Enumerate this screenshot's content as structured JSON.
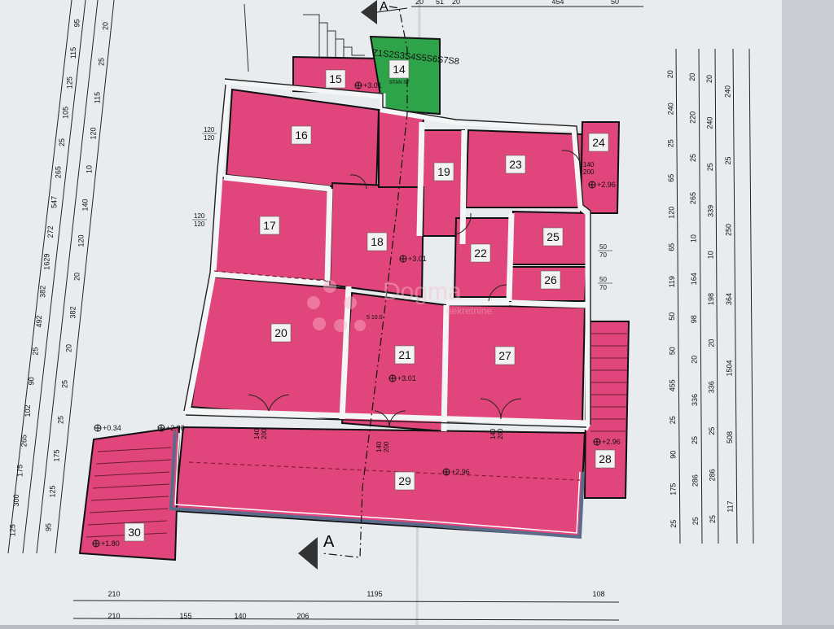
{
  "rooms": [
    {
      "label": "14",
      "color": "#2fa34a"
    },
    {
      "label": "15"
    },
    {
      "label": "16"
    },
    {
      "label": "17"
    },
    {
      "label": "18"
    },
    {
      "label": "19"
    },
    {
      "label": "20"
    },
    {
      "label": "21"
    },
    {
      "label": "22"
    },
    {
      "label": "23"
    },
    {
      "label": "24"
    },
    {
      "label": "25"
    },
    {
      "label": "26"
    },
    {
      "label": "27"
    },
    {
      "label": "28"
    },
    {
      "label": "29"
    },
    {
      "label": "30"
    }
  ],
  "elevations": [
    "+3.01",
    "+3.01",
    "+2.96",
    "+2.96",
    "+2.96",
    "+2.96",
    "+0.34",
    "+1.80",
    "+3.01"
  ],
  "section_marker": "A",
  "green_zone_text": "Z1S2S3S4S5S6S7S8",
  "green_zone_sub": "STAN S7",
  "stair_note": "5  10.0",
  "door_sizes": [
    {
      "w": "140",
      "h": "200"
    },
    {
      "w": "140",
      "h": "200"
    },
    {
      "w": "140",
      "h": "200"
    },
    {
      "w": "140",
      "h": "200"
    }
  ],
  "window_sizes": [
    {
      "w": "120",
      "h": "120"
    },
    {
      "w": "120",
      "h": "120"
    },
    {
      "w": "50",
      "h": "70"
    },
    {
      "w": "50",
      "h": "70"
    }
  ],
  "left_dims_outer": [
    "95",
    "115",
    "125",
    "105",
    "25",
    "265",
    "547",
    "272",
    "1629",
    "382",
    "492",
    "25",
    "90",
    "102",
    "265",
    "175",
    "300",
    "125"
  ],
  "left_dims_inner": [
    "20",
    "25",
    "115",
    "120",
    "10",
    "140",
    "120",
    "20",
    "382",
    "20",
    "25",
    "25",
    "175",
    "125",
    "95"
  ],
  "right_dims_a": [
    "20",
    "240",
    "25",
    "65",
    "120",
    "65",
    "119",
    "50",
    "50",
    "455",
    "25",
    "90",
    "175",
    "25"
  ],
  "right_dims_b": [
    "20",
    "220",
    "25",
    "265",
    "10",
    "164",
    "98",
    "20",
    "336",
    "25",
    "286",
    "25"
  ],
  "right_dims_c": [
    "20",
    "240",
    "25",
    "339",
    "10",
    "198",
    "20",
    "336",
    "25",
    "286",
    "25"
  ],
  "right_dims_d": [
    "240",
    "25",
    "250",
    "364",
    "1504",
    "508",
    "117"
  ],
  "top_dims": [
    "20",
    "51",
    "20",
    "454",
    "50"
  ],
  "bottom_dims_top": [
    "210",
    "1195",
    "108"
  ],
  "bottom_dims_bottom": [
    "210",
    "155",
    "140",
    "206"
  ],
  "watermark": {
    "brand": "Dogma",
    "sub": "nekretnine"
  },
  "colors": {
    "room": "#e0457b",
    "room_dark": "#c23767",
    "green": "#2fa34a",
    "paper": "#e8ecee",
    "line": "#1a1a1a"
  }
}
